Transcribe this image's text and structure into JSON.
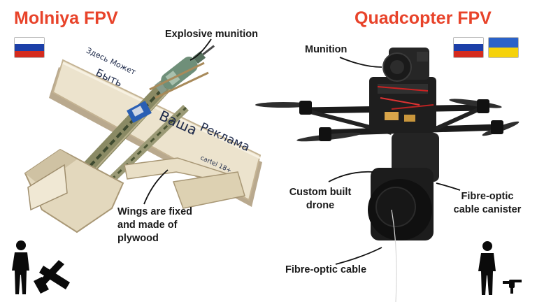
{
  "left_panel": {
    "title": "Molniya FPV",
    "flags": [
      "russia"
    ],
    "labels": {
      "munition": "Explosive munition",
      "wings_line1": "Wings are fixed",
      "wings_line2": "and made of",
      "wings_line3": "plywood"
    },
    "wing_writing": {
      "line1": "Здесь Может",
      "line2": "Быть",
      "line3": "Ваша",
      "line4": "Реклама",
      "line5": "cartel 18+"
    }
  },
  "right_panel": {
    "title": "Quadcopter FPV",
    "flags": [
      "russia",
      "ukraine"
    ],
    "labels": {
      "munition": "Munition",
      "custom_line1": "Custom built",
      "custom_line2": "drone",
      "canister_line1": "Fibre-optic",
      "canister_line2": "cable canister",
      "cable": "Fibre-optic cable"
    }
  },
  "colors": {
    "title": "#e8432a",
    "russia": [
      "#ffffff",
      "#1c3fa8",
      "#d52b1e"
    ],
    "ukraine": [
      "#2b62c8",
      "#f5d20a"
    ]
  },
  "icons": [
    "human-silhouette-icon",
    "fixed-wing-drone-icon",
    "quadcopter-drone-icon"
  ]
}
